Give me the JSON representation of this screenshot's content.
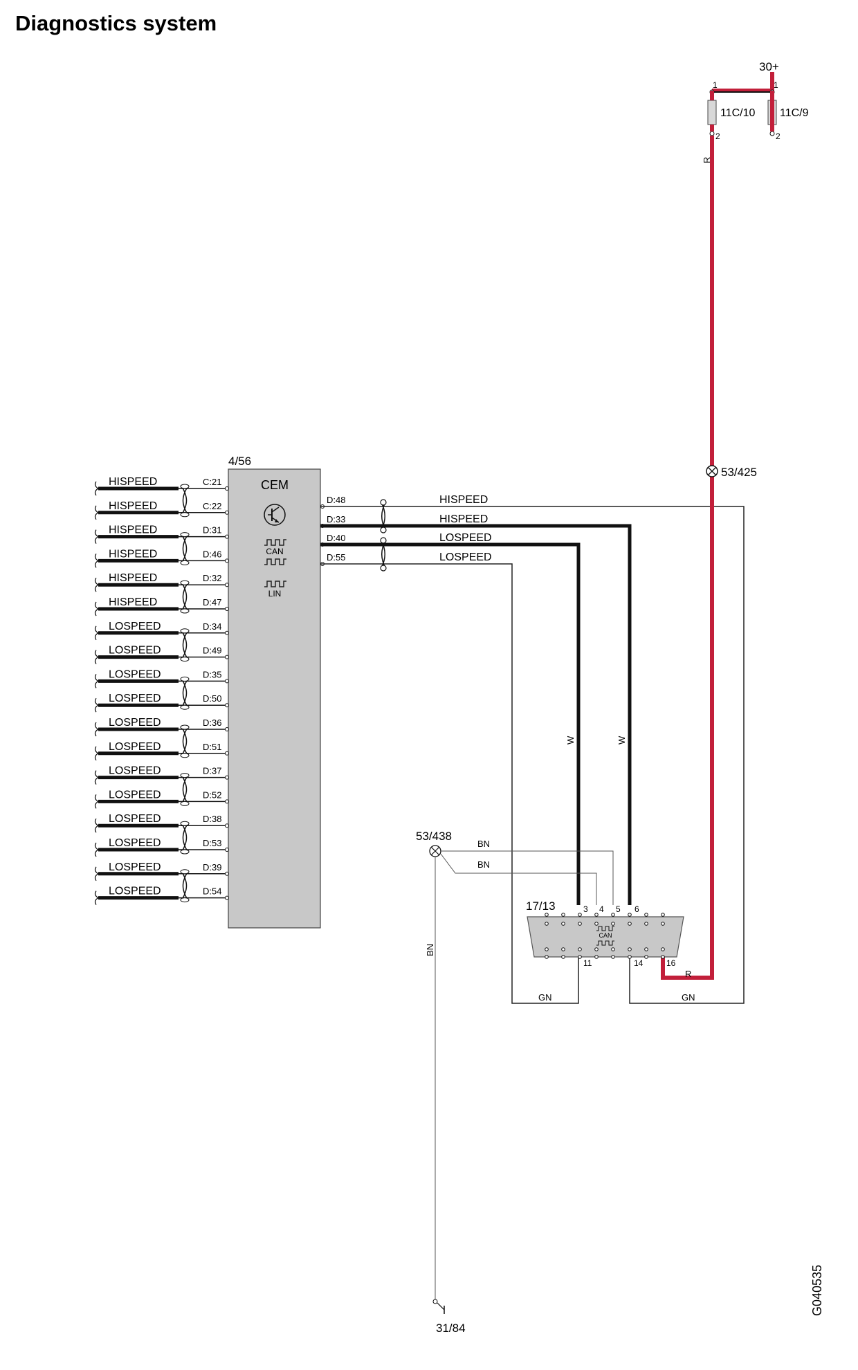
{
  "title": "Diagnostics system",
  "colors": {
    "power_wire": "#c21f3a",
    "module_fill": "#c8c8c8",
    "wire": "#111111"
  },
  "cem": {
    "ref": "4/56",
    "name": "CEM",
    "can_label": "CAN",
    "lin_label": "LIN",
    "icon": "transistor-icon"
  },
  "left_wires": [
    {
      "name": "HISPEED",
      "pin": "C:21"
    },
    {
      "name": "HISPEED",
      "pin": "C:22"
    },
    {
      "name": "HISPEED",
      "pin": "D:31"
    },
    {
      "name": "HISPEED",
      "pin": "D:46"
    },
    {
      "name": "HISPEED",
      "pin": "D:32"
    },
    {
      "name": "HISPEED",
      "pin": "D:47"
    },
    {
      "name": "LOSPEED",
      "pin": "D:34"
    },
    {
      "name": "LOSPEED",
      "pin": "D:49"
    },
    {
      "name": "LOSPEED",
      "pin": "D:35"
    },
    {
      "name": "LOSPEED",
      "pin": "D:50"
    },
    {
      "name": "LOSPEED",
      "pin": "D:36"
    },
    {
      "name": "LOSPEED",
      "pin": "D:51"
    },
    {
      "name": "LOSPEED",
      "pin": "D:37"
    },
    {
      "name": "LOSPEED",
      "pin": "D:52"
    },
    {
      "name": "LOSPEED",
      "pin": "D:38"
    },
    {
      "name": "LOSPEED",
      "pin": "D:53"
    },
    {
      "name": "LOSPEED",
      "pin": "D:39"
    },
    {
      "name": "LOSPEED",
      "pin": "D:54"
    }
  ],
  "right_wires": [
    {
      "name": "HISPEED",
      "pin": "D:48"
    },
    {
      "name": "HISPEED",
      "pin": "D:33"
    },
    {
      "name": "LOSPEED",
      "pin": "D:40"
    },
    {
      "name": "LOSPEED",
      "pin": "D:55"
    }
  ],
  "fuses": {
    "supply": "30+",
    "fuse_a": {
      "ref": "11C/10",
      "pin_top": "1",
      "pin_bottom": "2"
    },
    "fuse_b": {
      "ref": "11C/9",
      "pin_top": "1",
      "pin_bottom": "2"
    },
    "wire_color": "R"
  },
  "splices": {
    "power": "53/425",
    "ground": "53/438"
  },
  "dlc": {
    "ref": "17/13",
    "can_label": "CAN",
    "top_pins": [
      "3",
      "4",
      "5",
      "6"
    ],
    "bottom_pins": [
      "11",
      "14",
      "16"
    ]
  },
  "wire_colors": {
    "w_left": "W",
    "w_right": "W",
    "bn_top": "BN",
    "bn_bottom": "BN",
    "bn_vertical": "BN",
    "gn_left": "GN",
    "gn_right": "GN",
    "r_bottom": "R"
  },
  "ground": "31/84",
  "figure_code": "G040535"
}
